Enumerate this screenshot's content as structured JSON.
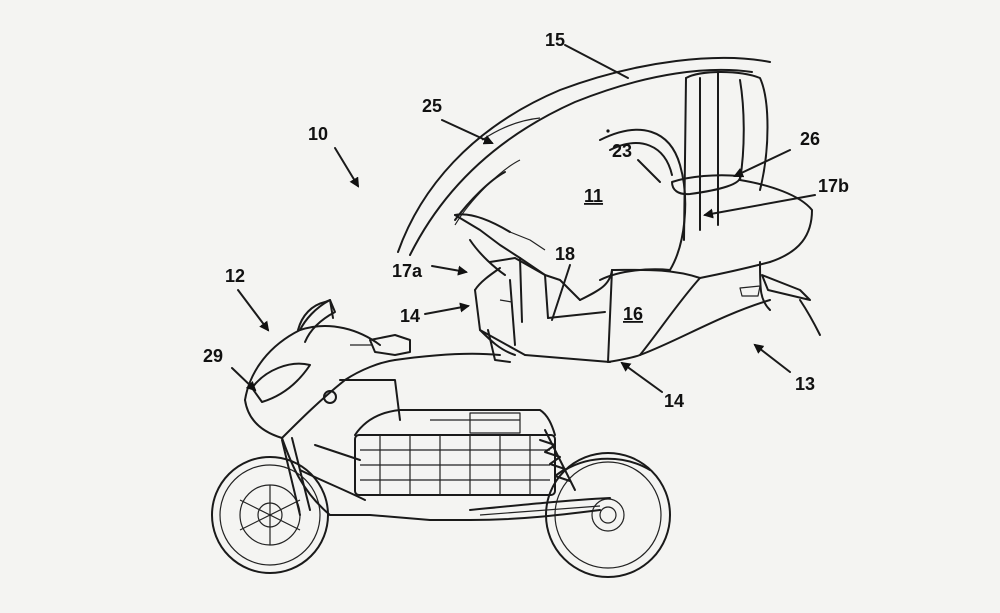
{
  "labels": {
    "l10": "10",
    "l11": "11",
    "l12": "12",
    "l13": "13",
    "l14a": "14",
    "l14b": "14",
    "l15": "15",
    "l16": "16",
    "l17a": "17a",
    "l17b": "17b",
    "l18": "18",
    "l23": "23",
    "l25": "25",
    "l26": "26",
    "l29": "29"
  },
  "colors": {
    "ink": "#1a1a1a",
    "paper": "#f4f4f2"
  }
}
